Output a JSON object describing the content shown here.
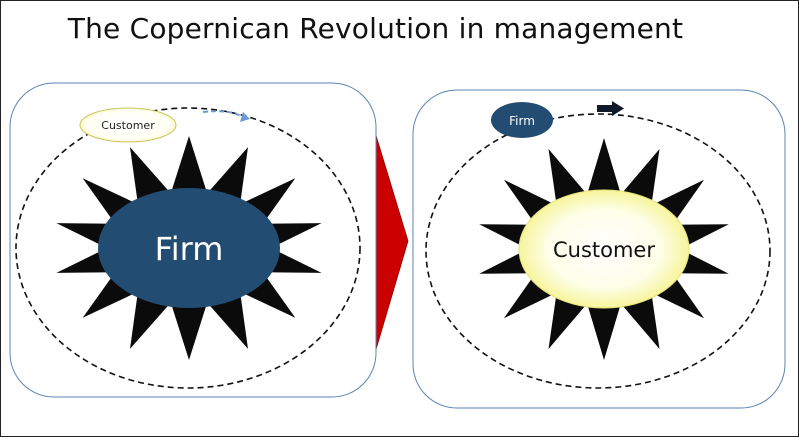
{
  "title": "The Copernican Revolution in management",
  "before": {
    "orbiting_label": "Customer",
    "center_label": "Firm"
  },
  "after": {
    "orbiting_label": "Firm",
    "center_label": "Customer"
  },
  "colors": {
    "firm_fill": "#234c72",
    "customer_fill_center": "#ffffff",
    "customer_fill_edge": "#f2ef6e",
    "panel_border": "#5b84b4",
    "transition_arrow": "#cc0000",
    "star": "#0b0b0b"
  },
  "icons": {
    "orbit_arrow_before": "curved-arrow-icon",
    "orbit_arrow_after": "right-arrow-icon",
    "transition": "chevron-right-icon"
  }
}
